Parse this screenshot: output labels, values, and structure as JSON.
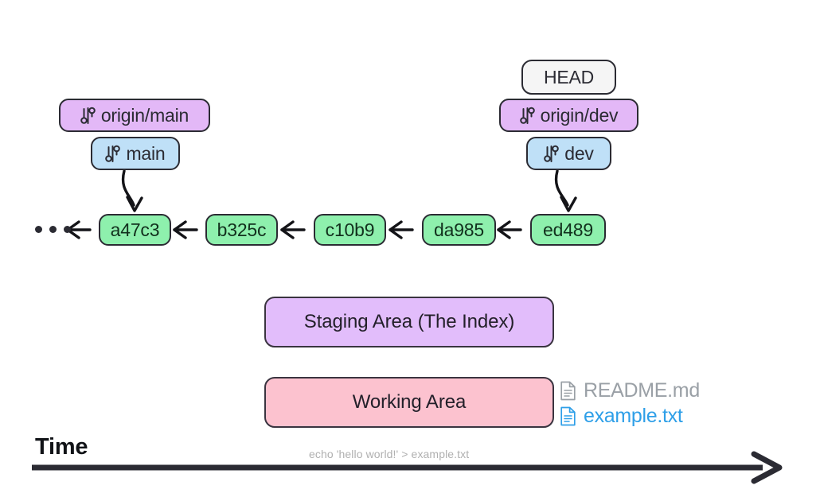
{
  "diagram": {
    "title": "Git Areas and Branches Diagram",
    "colors": {
      "remote_ref": "#e3b8f7",
      "local_ref": "#bfe0f7",
      "head_ref": "#f5f5f5",
      "commit": "#8ef0ad",
      "staging": "#e2bdfb",
      "working": "#fcc2cf",
      "stroke": "#2b2b33",
      "file_muted": "#9aa0a6",
      "file_active": "#2e9fe8",
      "background": "#ffffff"
    }
  },
  "refs": {
    "head": {
      "label": "HEAD",
      "icon": ""
    },
    "origin_main": {
      "label": "origin/main",
      "icon": "git-branch-icon"
    },
    "main": {
      "label": "main",
      "icon": "git-branch-icon"
    },
    "origin_dev": {
      "label": "origin/dev",
      "icon": "git-branch-icon"
    },
    "dev": {
      "label": "dev",
      "icon": "git-branch-icon"
    }
  },
  "commits": [
    {
      "hash": "a47c3"
    },
    {
      "hash": "b325c"
    },
    {
      "hash": "c10b9"
    },
    {
      "hash": "da985"
    },
    {
      "hash": "ed489"
    }
  ],
  "ellipsis": {
    "name": "earlier-commits-ellipsis",
    "dots": 3
  },
  "areas": {
    "staging": {
      "label": "Staging Area (The Index)"
    },
    "working": {
      "label": "Working Area"
    }
  },
  "files": [
    {
      "name": "README.md",
      "state": "unmodified",
      "icon": "file-document-icon"
    },
    {
      "name": "example.txt",
      "state": "modified",
      "icon": "file-document-icon"
    }
  ],
  "timeline": {
    "axis_label": "Time",
    "command": "echo 'hello world!' > example.txt",
    "arrow": "arrow-right-icon"
  }
}
